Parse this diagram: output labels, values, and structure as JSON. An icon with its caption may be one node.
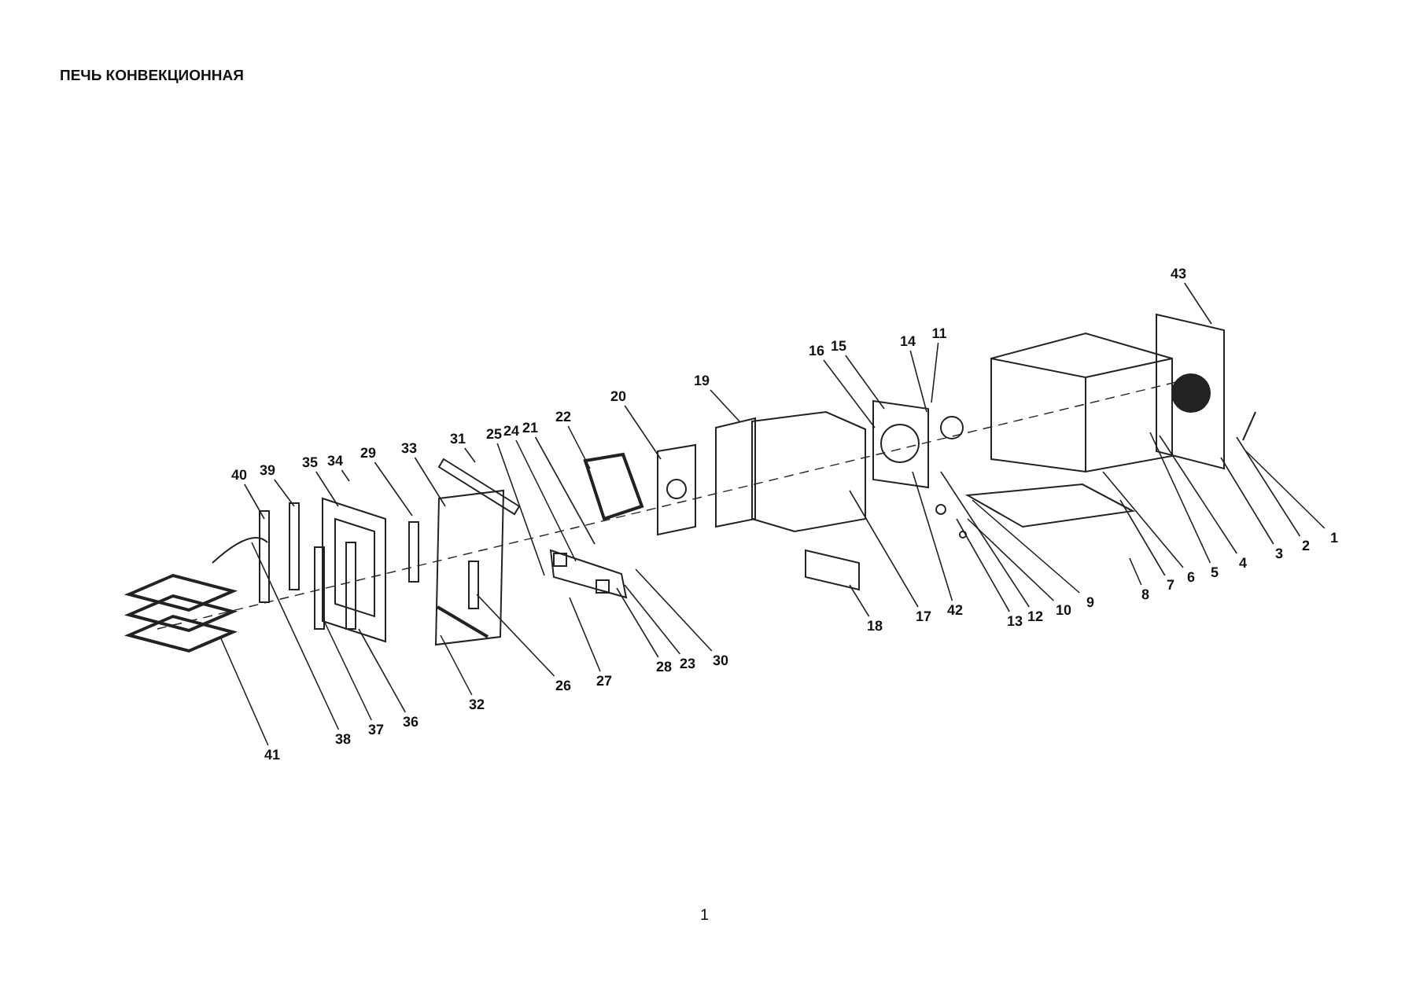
{
  "diagram": {
    "title": "ПЕЧЬ КОНВЕКЦИОННАЯ",
    "nodes": [
      {
        "text": [
          "1"
        ]
      },
      {
        "text": [
          "2"
        ]
      },
      {
        "text": [
          "3"
        ]
      },
      {
        "text": [
          "4"
        ]
      },
      {
        "text": [
          "5"
        ]
      },
      {
        "text": [
          "6"
        ]
      },
      {
        "text": [
          "7"
        ]
      },
      {
        "text": [
          "8"
        ]
      },
      {
        "text": [
          "9"
        ]
      },
      {
        "text": [
          "10"
        ]
      },
      {
        "text": [
          "11"
        ]
      },
      {
        "text": [
          "12"
        ]
      },
      {
        "text": [
          "13"
        ]
      },
      {
        "text": [
          "14"
        ]
      },
      {
        "text": [
          "15"
        ]
      },
      {
        "text": [
          "16"
        ]
      },
      {
        "text": [
          "17"
        ]
      },
      {
        "text": [
          "18"
        ]
      },
      {
        "text": [
          "19"
        ]
      },
      {
        "text": [
          "20"
        ]
      },
      {
        "text": [
          "21"
        ]
      },
      {
        "text": [
          "22"
        ]
      },
      {
        "text": [
          "23"
        ]
      },
      {
        "text": [
          "24"
        ]
      },
      {
        "text": [
          "25"
        ]
      },
      {
        "text": [
          "26"
        ]
      },
      {
        "text": [
          "27"
        ]
      },
      {
        "text": [
          "28"
        ]
      },
      {
        "text": [
          "29"
        ]
      },
      {
        "text": [
          "30"
        ]
      },
      {
        "text": [
          "31"
        ]
      },
      {
        "text": [
          "32"
        ]
      },
      {
        "text": [
          "33"
        ]
      },
      {
        "text": [
          "34"
        ]
      },
      {
        "text": [
          "35"
        ]
      },
      {
        "text": [
          "36"
        ]
      },
      {
        "text": [
          "37"
        ]
      },
      {
        "text": [
          "38"
        ]
      },
      {
        "text": [
          "39"
        ]
      },
      {
        "text": [
          "40"
        ]
      },
      {
        "text": [
          "41"
        ]
      },
      {
        "text": [
          "42"
        ]
      },
      {
        "text": [
          "43"
        ]
      }
    ],
    "edges": [
      {
        "from": 0,
        "to": null,
        "arrow": "none"
      },
      {
        "from": 1,
        "to": null,
        "arrow": "none"
      },
      {
        "from": 2,
        "to": null,
        "arrow": "none"
      },
      {
        "from": 3,
        "to": null,
        "arrow": "none"
      },
      {
        "from": 4,
        "to": null,
        "arrow": "none"
      },
      {
        "from": 5,
        "to": null,
        "arrow": "none"
      },
      {
        "from": 6,
        "to": null,
        "arrow": "none"
      },
      {
        "from": 7,
        "to": null,
        "arrow": "none"
      },
      {
        "from": 8,
        "to": null,
        "arrow": "none"
      },
      {
        "from": 9,
        "to": null,
        "arrow": "none"
      },
      {
        "from": 10,
        "to": null,
        "arrow": "none"
      },
      {
        "from": 11,
        "to": null,
        "arrow": "none"
      },
      {
        "from": 12,
        "to": null,
        "arrow": "none"
      },
      {
        "from": 13,
        "to": null,
        "arrow": "none"
      },
      {
        "from": 14,
        "to": null,
        "arrow": "none"
      },
      {
        "from": 15,
        "to": null,
        "arrow": "none"
      },
      {
        "from": 16,
        "to": null,
        "arrow": "none"
      },
      {
        "from": 17,
        "to": null,
        "arrow": "none"
      },
      {
        "from": 18,
        "to": null,
        "arrow": "none"
      },
      {
        "from": 19,
        "to": null,
        "arrow": "none"
      },
      {
        "from": 20,
        "to": null,
        "arrow": "none"
      },
      {
        "from": 21,
        "to": null,
        "arrow": "none"
      },
      {
        "from": 22,
        "to": null,
        "arrow": "none"
      },
      {
        "from": 23,
        "to": null,
        "arrow": "none"
      },
      {
        "from": 24,
        "to": null,
        "arrow": "none"
      },
      {
        "from": 25,
        "to": null,
        "arrow": "none"
      },
      {
        "from": 26,
        "to": null,
        "arrow": "none"
      },
      {
        "from": 27,
        "to": null,
        "arrow": "none"
      },
      {
        "from": 28,
        "to": null,
        "arrow": "none"
      },
      {
        "from": 29,
        "to": null,
        "arrow": "none"
      },
      {
        "from": 30,
        "to": null,
        "arrow": "none"
      },
      {
        "from": 31,
        "to": null,
        "arrow": "none"
      },
      {
        "from": 32,
        "to": null,
        "arrow": "none"
      },
      {
        "from": 33,
        "to": null,
        "arrow": "none"
      },
      {
        "from": 34,
        "to": null,
        "arrow": "none"
      },
      {
        "from": 35,
        "to": null,
        "arrow": "none"
      },
      {
        "from": 36,
        "to": null,
        "arrow": "none"
      },
      {
        "from": 37,
        "to": null,
        "arrow": "none"
      },
      {
        "from": 38,
        "to": null,
        "arrow": "none"
      },
      {
        "from": 39,
        "to": null,
        "arrow": "none"
      },
      {
        "from": 40,
        "to": null,
        "arrow": "none"
      },
      {
        "from": 41,
        "to": null,
        "arrow": "none"
      },
      {
        "from": 42,
        "to": null,
        "arrow": "none"
      }
    ],
    "labels": [
      "1"
    ]
  }
}
